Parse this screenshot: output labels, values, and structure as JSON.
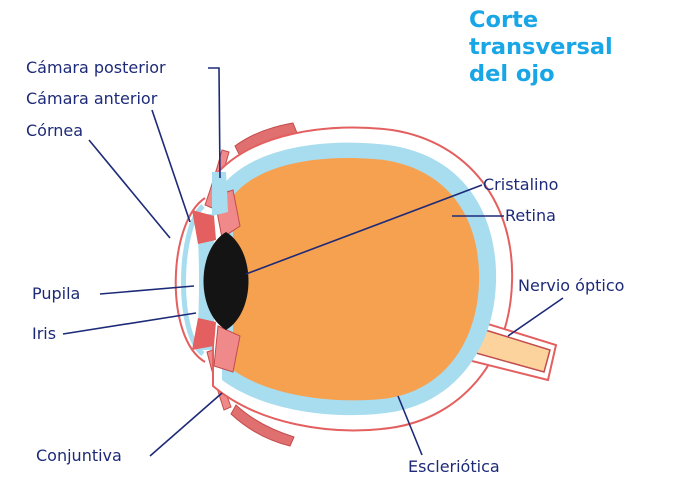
{
  "title": {
    "lines": [
      "Corte",
      "transversal",
      "del ojo"
    ]
  },
  "labels": {
    "camara_posterior": "Cámara posterior",
    "camara_anterior": "Cámara anterior",
    "cornea": "Córnea",
    "pupila": "Pupila",
    "iris": "Iris",
    "conjuntiva": "Conjuntiva",
    "cristalino": "Cristalino",
    "retina": "Retina",
    "nervio_optico": "Nervio óptico",
    "esclerotica": "Escleriótica"
  },
  "colors": {
    "title": "#19a6e6",
    "labels": "#1d2a78",
    "vitreous": "#f6a150",
    "retina_layer": "#a8dcef",
    "sclera_outline": "#e45f5f",
    "eyelid_muscle": "#e07070",
    "optic_nerve": "#fdd39d",
    "lens": "#141414"
  }
}
